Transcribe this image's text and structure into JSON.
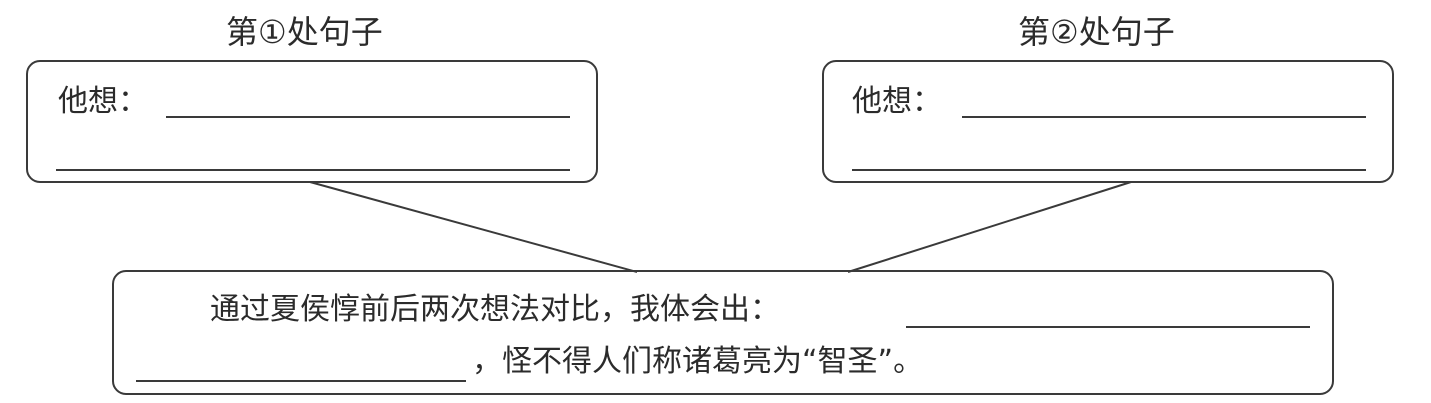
{
  "left_panel": {
    "title": "第①处句子",
    "prompt": "他想："
  },
  "right_panel": {
    "title": "第②处句子",
    "prompt": "他想："
  },
  "bottom_panel": {
    "line1": "通过夏侯惇前后两次想法对比，我体会出：",
    "line2": "，怪不得人们称诸葛亮为“智圣”。"
  }
}
